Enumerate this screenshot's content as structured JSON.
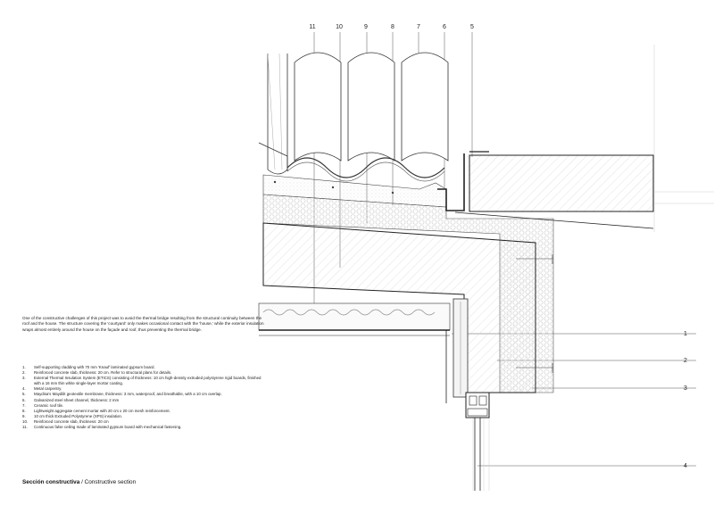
{
  "intro_text": "One of the constructive challenges of this project was to avoid the thermal bridge resulting from the structural continuity between the roof and the house. The structure covering the 'courtyard' only makes occasional contact with the 'house,' while the exterior insulation wraps almost entirely around the house on the façade and roof, thus preventing the thermal bridge.",
  "legend": [
    {
      "num": "1.",
      "text": "Self-supporting cladding with 70 mm 'Knauf' laminated gypsum board."
    },
    {
      "num": "2.",
      "text": "Reinforced concrete slab, thickness: 20 cm. Refer to structural plans for details."
    },
    {
      "num": "3.",
      "text": "External Thermal Insulation System (ETICS) consisting of thickness: 10 cm high-density extruded polystyrene rigid boards, finished with a 16 mm thin white single-layer mortar coating."
    },
    {
      "num": "4.",
      "text": "Metal carpentry."
    },
    {
      "num": "5.",
      "text": "Maydisa's Maydilit geotextile membrane, thickness: 3 mm, waterproof, and breathable, with a 10 cm overlap."
    },
    {
      "num": "6.",
      "text": "Galvanized steel sheet channel, thickness: 2 mm"
    },
    {
      "num": "7.",
      "text": "Ceramic roof tile."
    },
    {
      "num": "8.",
      "text": "Lightweight aggregate cement mortar with 20 cm x 20 cm mesh reinforcement."
    },
    {
      "num": "9.",
      "text": "10 cm thick Extruded Polystyrene (XPS) insulation."
    },
    {
      "num": "10.",
      "text": "Reinforced concrete slab, thickness: 20 cm"
    },
    {
      "num": "11.",
      "text": "Continuous false ceiling made of laminated gypsum board with mechanical fastening."
    }
  ],
  "caption": {
    "bold": "Sección constructiva",
    "rest": " / Constructive section"
  },
  "top_labels": [
    "11",
    "10",
    "9",
    "8",
    "7",
    "6",
    "5"
  ],
  "right_labels": [
    "1",
    "2",
    "3",
    "4"
  ]
}
